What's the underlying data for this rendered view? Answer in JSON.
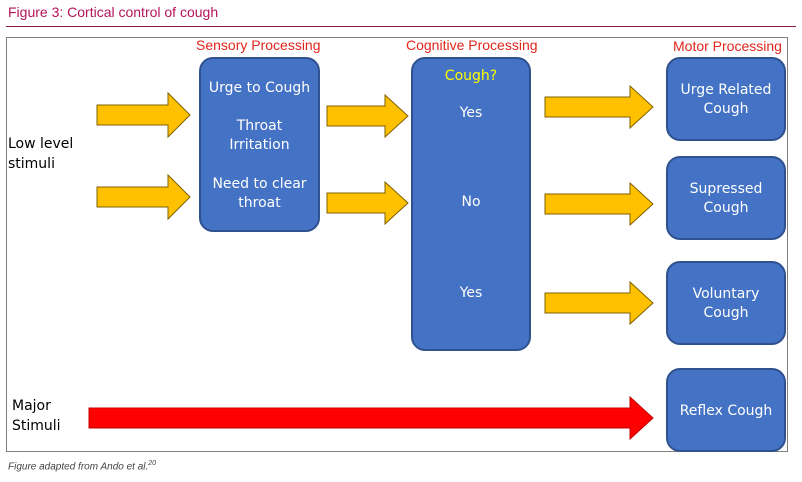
{
  "figure": {
    "title": "Figure 3: Cortical control of cough",
    "caption": "Figure adapted from Ando et al.",
    "caption_ref": "20"
  },
  "columns": {
    "sensory": "Sensory Processing",
    "cognitive": "Cognitive Processing",
    "motor": "Motor Processing"
  },
  "inputs": {
    "low_level_line1": "Low level",
    "low_level_line2": "stimuli",
    "major_line1": "Major",
    "major_line2": "Stimuli"
  },
  "sensory_box": {
    "item1": "Urge to Cough",
    "item2_line1": "Throat",
    "item2_line2": "Irritation",
    "item3_line1": "Need to clear",
    "item3_line2": "throat"
  },
  "cognitive_box": {
    "question": "Cough?",
    "answer1": "Yes",
    "answer2": "No",
    "answer3": "Yes"
  },
  "motor": {
    "urge_line1": "Urge Related",
    "urge_line2": "Cough",
    "suppressed_line1": "Supressed",
    "suppressed_line2": "Cough",
    "voluntary_line1": "Voluntary",
    "voluntary_line2": "Cough",
    "reflex": "Reflex Cough"
  },
  "colors": {
    "box_fill": "#4472c4",
    "box_border": "#2f528f",
    "arrow_yellow": "#ffc000",
    "arrow_red": "#ff0000",
    "heading_red": "#e0261b",
    "question_yellow": "#ffff00",
    "title_magenta": "#b5135a"
  }
}
